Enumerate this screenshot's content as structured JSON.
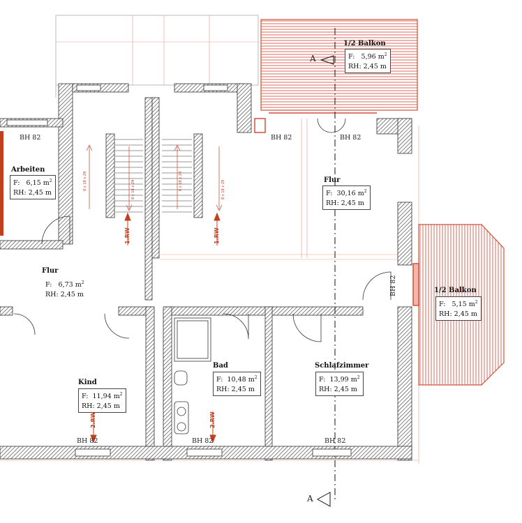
{
  "rooms": {
    "balkon_top": {
      "name": "1/2 Balkon",
      "area": "5,96 m",
      "height": "2,45 m"
    },
    "balkon_right": {
      "name": "1/2 Balkon",
      "area": "5,15 m",
      "height": "2,45 m"
    },
    "arbeiten": {
      "name": "Arbeiten",
      "area": "6,15 m",
      "height": "2,45 m"
    },
    "flur_right": {
      "name": "Flur",
      "area": "30,16 m",
      "height": "2,45 m"
    },
    "flur_left": {
      "name": "Flur",
      "area": "6,73 m",
      "height": "2,45 m"
    },
    "kind": {
      "name": "Kind",
      "area": "11,94 m",
      "height": "2,45 m"
    },
    "bad": {
      "name": "Bad",
      "area": "10,48 m",
      "height": "2,45 m"
    },
    "schlafzimmer": {
      "name": "Schlafzimmer",
      "area": "13,99 m",
      "height": "2,45 m"
    }
  },
  "labels": {
    "area_prefix": "F:",
    "height_prefix": "RH:",
    "sup": "2",
    "bh": "BH 82",
    "rw1": "1.RW",
    "rw2": "2.RW",
    "section": "A",
    "stair": "8 x 18 x 29"
  },
  "colors": {
    "wall": "#333333",
    "new": "#d0503a",
    "hatch": "#d86a58"
  }
}
